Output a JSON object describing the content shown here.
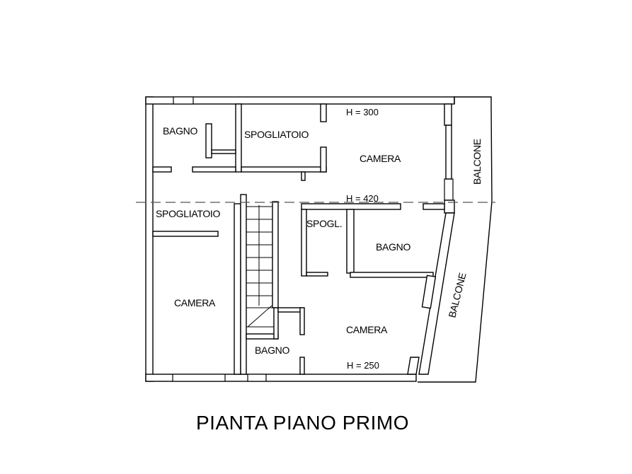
{
  "title": "PIANTA PIANO PRIMO",
  "rooms": {
    "bagno_top_left": "BAGNO",
    "spogliatoio_top": "SPOGLIATOIO",
    "camera_top_right": "CAMERA",
    "balcone_top": "BALCONE",
    "spogliatoio_left": "SPOGLIATOIO",
    "spogl": "SPOGL.",
    "bagno_center": "BAGNO",
    "balcone_right": "BALCONE",
    "camera_left": "CAMERA",
    "camera_bottom": "CAMERA",
    "bagno_bottom": "BAGNO"
  },
  "heights": {
    "top": "H = 300",
    "middle": "H = 420",
    "bottom": "H = 250"
  }
}
